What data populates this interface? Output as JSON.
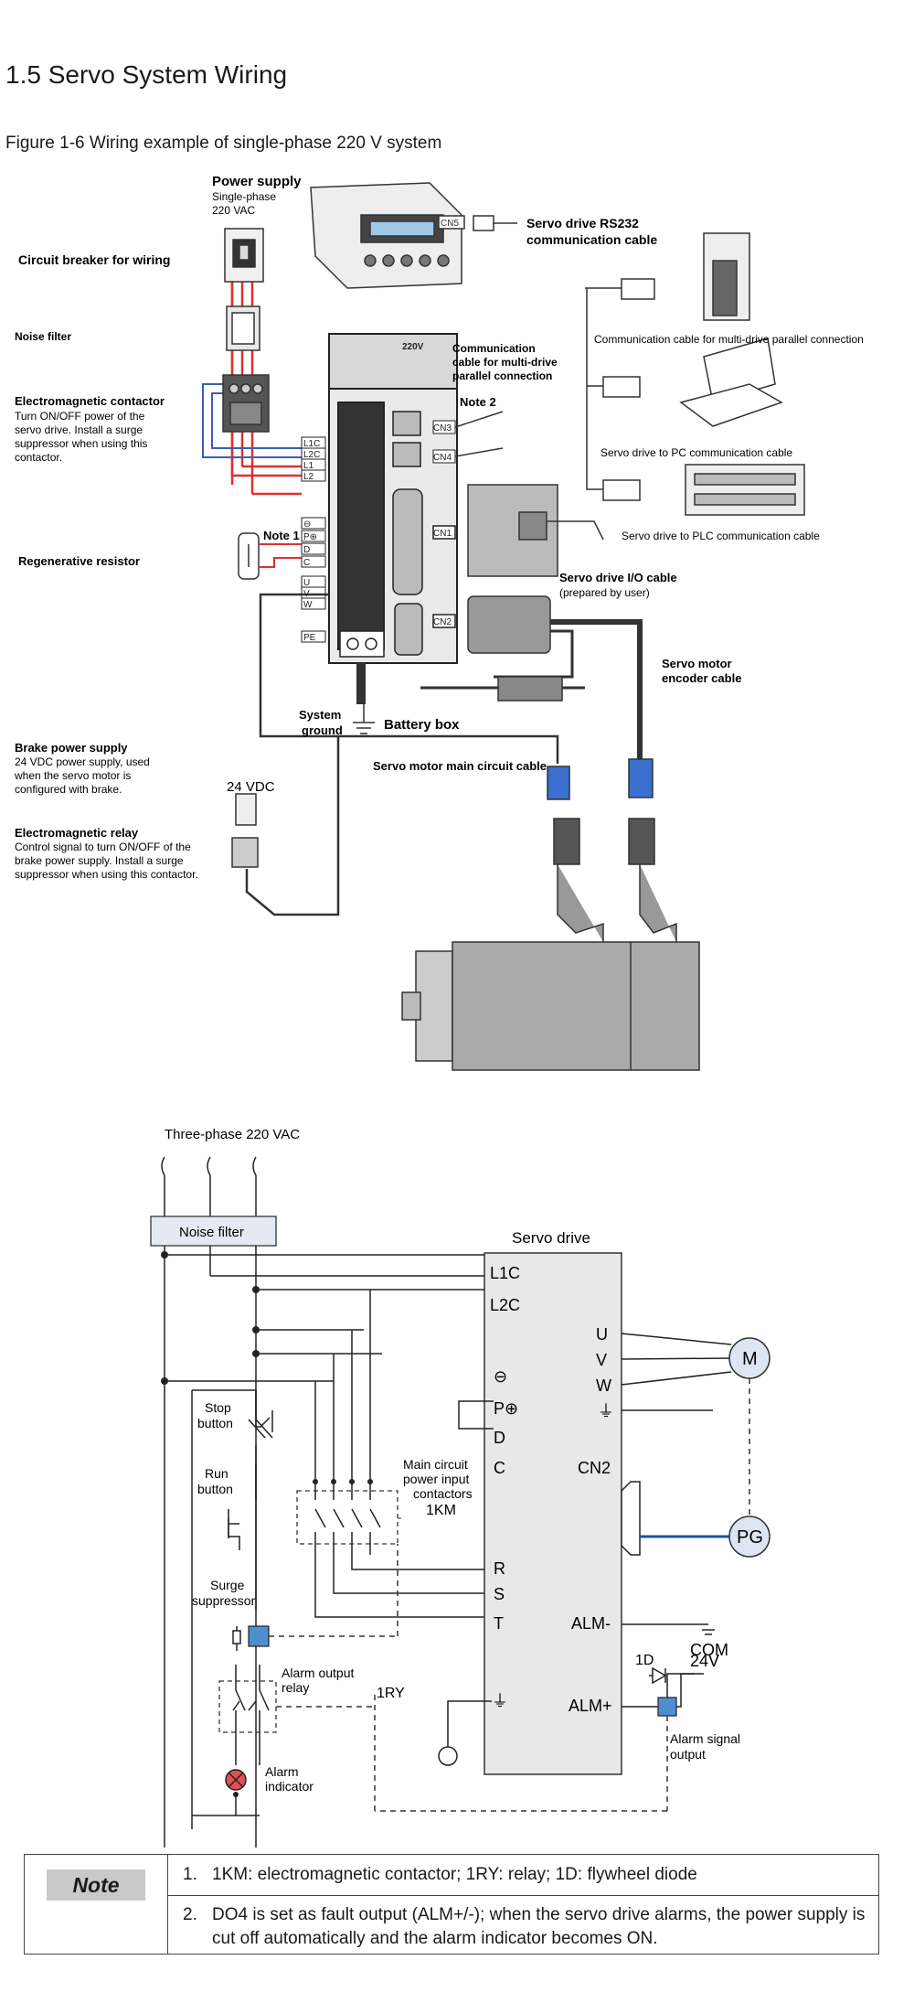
{
  "heading": "1.5 Servo System Wiring",
  "figure_caption": "Figure 1-6 Wiring example of single-phase 220 V system",
  "wiring_labels": {
    "power_supply": "Power supply",
    "single_phase": "Single-phase",
    "vac_220": "220 VAC",
    "circuit_breaker": "Circuit breaker for wiring",
    "noise_filter": "Noise filter",
    "em_contactor": "Electromagnetic contactor",
    "em_contactor_desc": [
      "Turn ON/OFF power of the",
      "servo drive. Install a surge",
      "suppressor when using this",
      "contactor."
    ],
    "note1": "Note 1",
    "regen_resistor": "Regenerative resistor",
    "rs232": [
      "Servo drive RS232",
      "communication cable"
    ],
    "comm_multi": [
      "Communication",
      "cable for multi-drive",
      "parallel connection"
    ],
    "note2": "Note 2",
    "comm_multi_parallel": "Communication cable for multi-drive parallel connection",
    "pc_cable": "Servo drive to PC communication cable",
    "plc_cable": "Servo drive to PLC communication cable",
    "io_cable": "Servo drive I/O cable",
    "io_cable_sub": "(prepared by user)",
    "encoder_cable": [
      "Servo motor",
      "encoder cable"
    ],
    "system_ground": [
      "System",
      "ground"
    ],
    "battery_box": "Battery box",
    "brake_power": "Brake power supply",
    "brake_power_desc": [
      "24 VDC power supply, used",
      "when the servo motor is",
      "configured with brake."
    ],
    "vdc_24": "24 VDC",
    "em_relay": "Electromagnetic relay",
    "em_relay_desc": [
      "Control signal to turn ON/OFF of the",
      "brake power supply. Install a surge",
      "suppressor when using this contactor."
    ],
    "main_circuit_cable": "Servo motor main circuit cable",
    "drive_model": "220V",
    "cn5": "CN5",
    "cn3": "CN3",
    "cn4": "CN4",
    "cn1": "CN1",
    "cn2": "CN2",
    "terminals": [
      "L1C",
      "L2C",
      "L1",
      "L2",
      "⊖",
      "P⊕",
      "D",
      "C",
      "U",
      "V",
      "W",
      "PE"
    ]
  },
  "schematic_labels": {
    "three_phase": "Three-phase 220 VAC",
    "noise_filter": "Noise filter",
    "servo_drive": "Servo drive",
    "stop_button": [
      "Stop",
      "button"
    ],
    "run_button": [
      "Run",
      "button"
    ],
    "main_circuit": [
      "Main circuit",
      "power input",
      "contactors"
    ],
    "km": "1KM",
    "surge": [
      "Surge",
      "suppressor"
    ],
    "alarm_relay": [
      "Alarm output",
      "relay"
    ],
    "ry": "1RY",
    "alarm_indicator": [
      "Alarm",
      "indicator"
    ],
    "pins_left": [
      "L1C",
      "L2C",
      "⊖",
      "P⊕",
      "D",
      "C",
      "R",
      "S",
      "T"
    ],
    "pins_right": [
      "U",
      "V",
      "W"
    ],
    "cn2": "CN2",
    "alm_minus": "ALM-",
    "alm_plus": "ALM+",
    "com": "COM",
    "d1": "1D",
    "v24": "24V",
    "alarm_signal": [
      "Alarm signal",
      "output"
    ],
    "motor": "M",
    "pg": "PG"
  },
  "note": {
    "label": "Note",
    "items": [
      {
        "num": "1.",
        "text": "1KM: electromagnetic contactor; 1RY: relay; 1D: flywheel diode"
      },
      {
        "num": "2.",
        "text": "DO4 is set as fault output (ALM+/-); when the servo drive alarms, the power supply is cut off automatically and the alarm indicator becomes ON."
      }
    ]
  }
}
